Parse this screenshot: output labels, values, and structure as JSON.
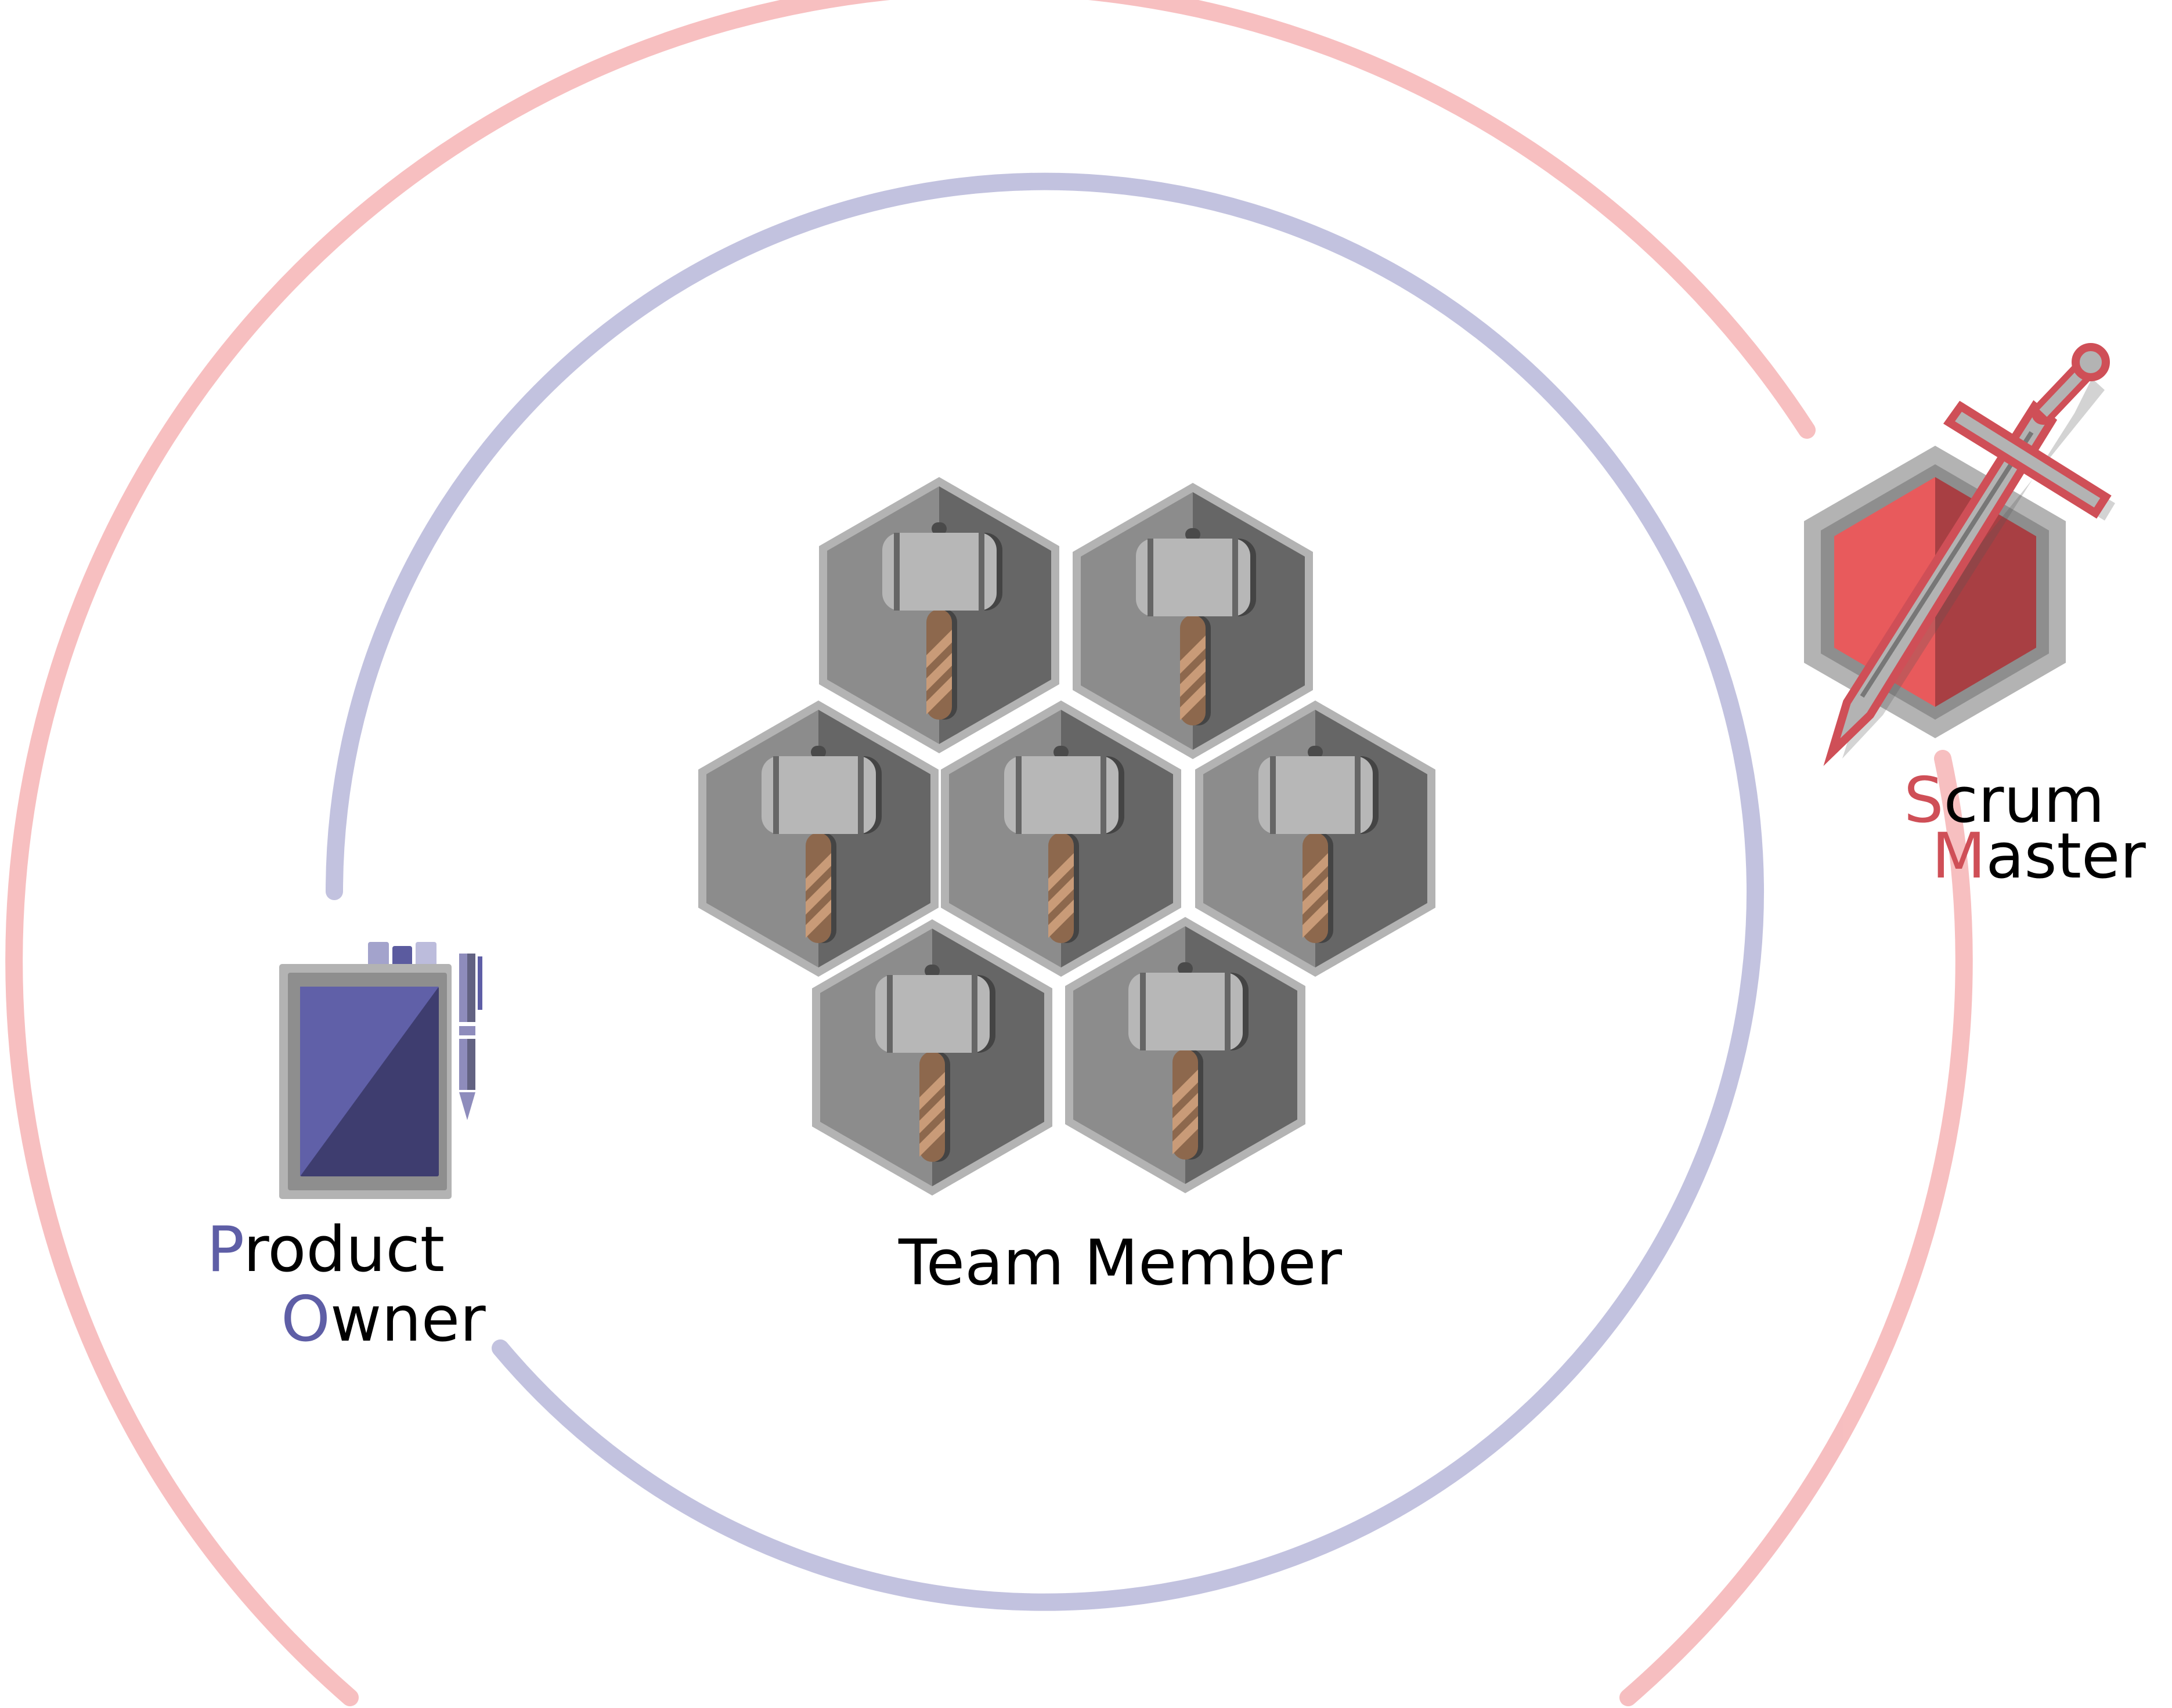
{
  "colors": {
    "product_owner_accent": "#5e5ea6",
    "scrum_master_accent": "#cf4f57",
    "outer_ring": "#f4a9ab",
    "inner_ring": "#aeaed4"
  },
  "product_owner": {
    "initial_1": "P",
    "rest_1": "roduct",
    "initial_2": "O",
    "rest_2": "wner",
    "icon": "tablet-with-pen-icon"
  },
  "scrum_master": {
    "initial_1": "S",
    "rest_1": "crum",
    "initial_2": "M",
    "rest_2": "aster",
    "icon": "sword-shield-icon"
  },
  "team": {
    "label": "Team Member",
    "member_count": 7,
    "icon": "hammer-hexagon-icon"
  }
}
